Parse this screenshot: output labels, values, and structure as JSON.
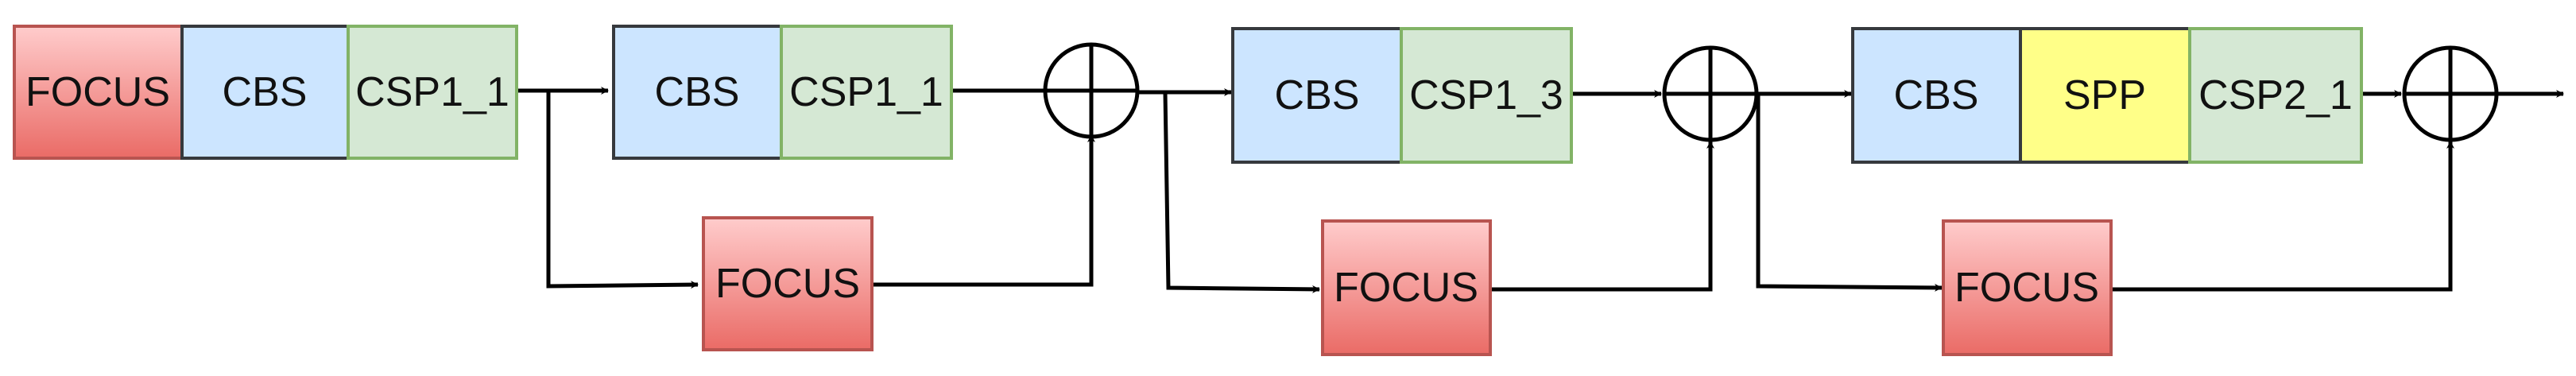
{
  "colors": {
    "focus_fill_top": "#ffcccc",
    "focus_fill_bottom": "#ea6b66",
    "focus_stroke": "#b85450",
    "cbs_fill": "#cce5ff",
    "cbs_stroke": "#36393d",
    "csp_fill": "#d5e8d4",
    "csp_stroke": "#82b366",
    "spp_fill": "#ffff88",
    "spp_stroke": "#36393d",
    "line": "#000000"
  },
  "blocks": {
    "focus_in": "FOCUS",
    "cbs_1": "CBS",
    "csp1_1_a": "CSP1_1",
    "cbs_2": "CBS",
    "csp1_1_b": "CSP1_1",
    "focus_branch_1": "FOCUS",
    "cbs_3": "CBS",
    "csp1_3": "CSP1_3",
    "focus_branch_2": "FOCUS",
    "cbs_4": "CBS",
    "spp": "SPP",
    "csp2_1": "CSP2_1",
    "focus_branch_3": "FOCUS"
  },
  "icons": {
    "sum": "add-node-icon",
    "arrow": "arrowhead-icon"
  }
}
